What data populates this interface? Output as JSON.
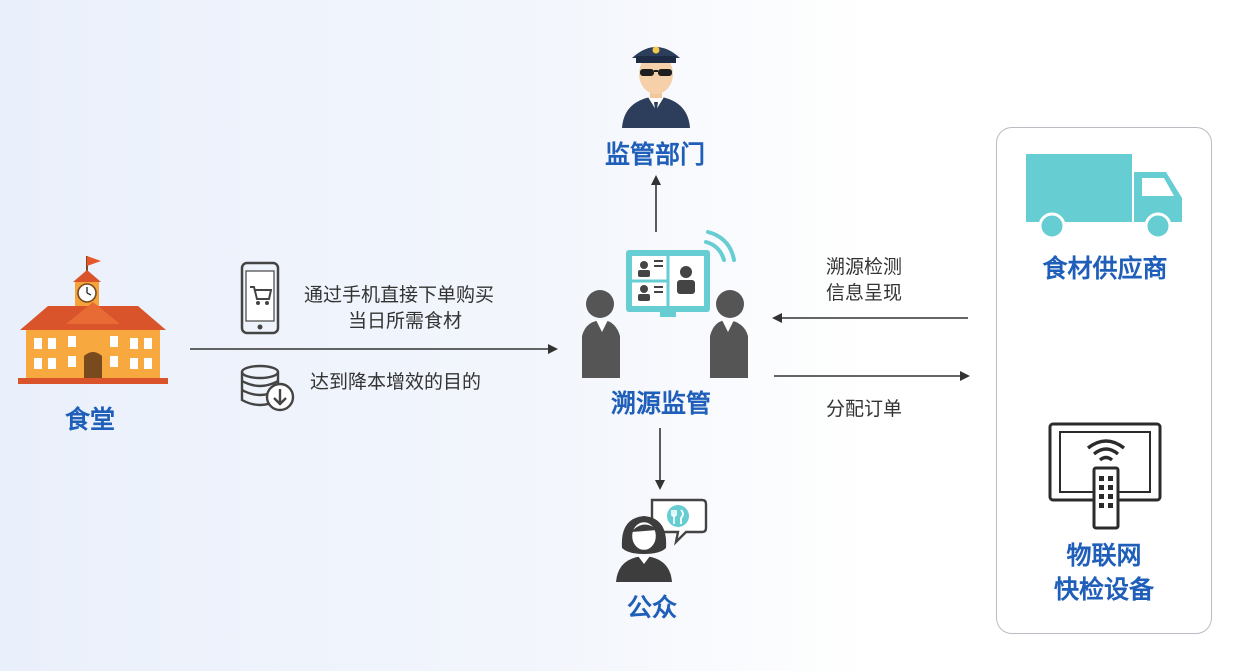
{
  "colors": {
    "label_blue": "#1f5fb9",
    "text_dark": "#333333",
    "teal": "#66cdd3",
    "arrow": "#333333",
    "icon_gray": "#444444",
    "orange": "#f39a2e"
  },
  "nodes": {
    "canteen": {
      "label": "食堂",
      "icon": "school-building-icon"
    },
    "regulator": {
      "label": "监管部门",
      "icon": "police-officer-icon"
    },
    "traceability": {
      "label": "溯源监管",
      "icon": "video-conference-icon"
    },
    "public": {
      "label": "公众",
      "icon": "woman-dining-icon"
    },
    "supplier": {
      "label": "食材供应商",
      "icon": "delivery-truck-icon"
    },
    "iot_device": {
      "label_line1": "物联网",
      "label_line2": "快检设备",
      "icon": "iot-terminal-icon"
    }
  },
  "notes": {
    "order_line1": "通过手机直接下单购买",
    "order_line2": "当日所需食材",
    "benefit": "达到降本增效的目的",
    "trace_line1": "溯源检测",
    "trace_line2": "信息呈现",
    "assign": "分配订单"
  }
}
